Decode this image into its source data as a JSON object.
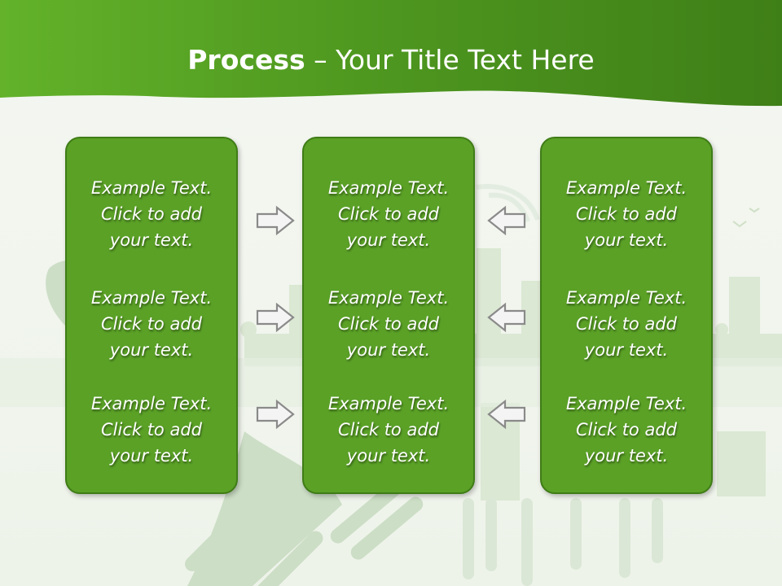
{
  "slide": {
    "title_bold": "Process",
    "title_rest": " – Your Title Text Here",
    "accent_color": "#5aa126",
    "header_color": "#4a8f1e"
  },
  "columns": [
    {
      "items": [
        "Example Text.\nClick  to add\nyour text.",
        "Example Text.\nClick  to add\nyour text.",
        "Example Text.\nClick  to add\nyour text."
      ]
    },
    {
      "items": [
        "Example Text.\nClick  to add\nyour text.",
        "Example Text.\nClick  to add\nyour text.",
        "Example Text.\nClick  to add\nyour text."
      ]
    },
    {
      "items": [
        "Example Text.\nClick  to add\nyour text.",
        "Example Text.\nClick  to add\nyour text.",
        "Example Text.\nClick  to add\nyour text."
      ]
    }
  ],
  "arrows": {
    "left_to_center": "right-arrow-icon",
    "right_to_center": "left-arrow-icon"
  }
}
